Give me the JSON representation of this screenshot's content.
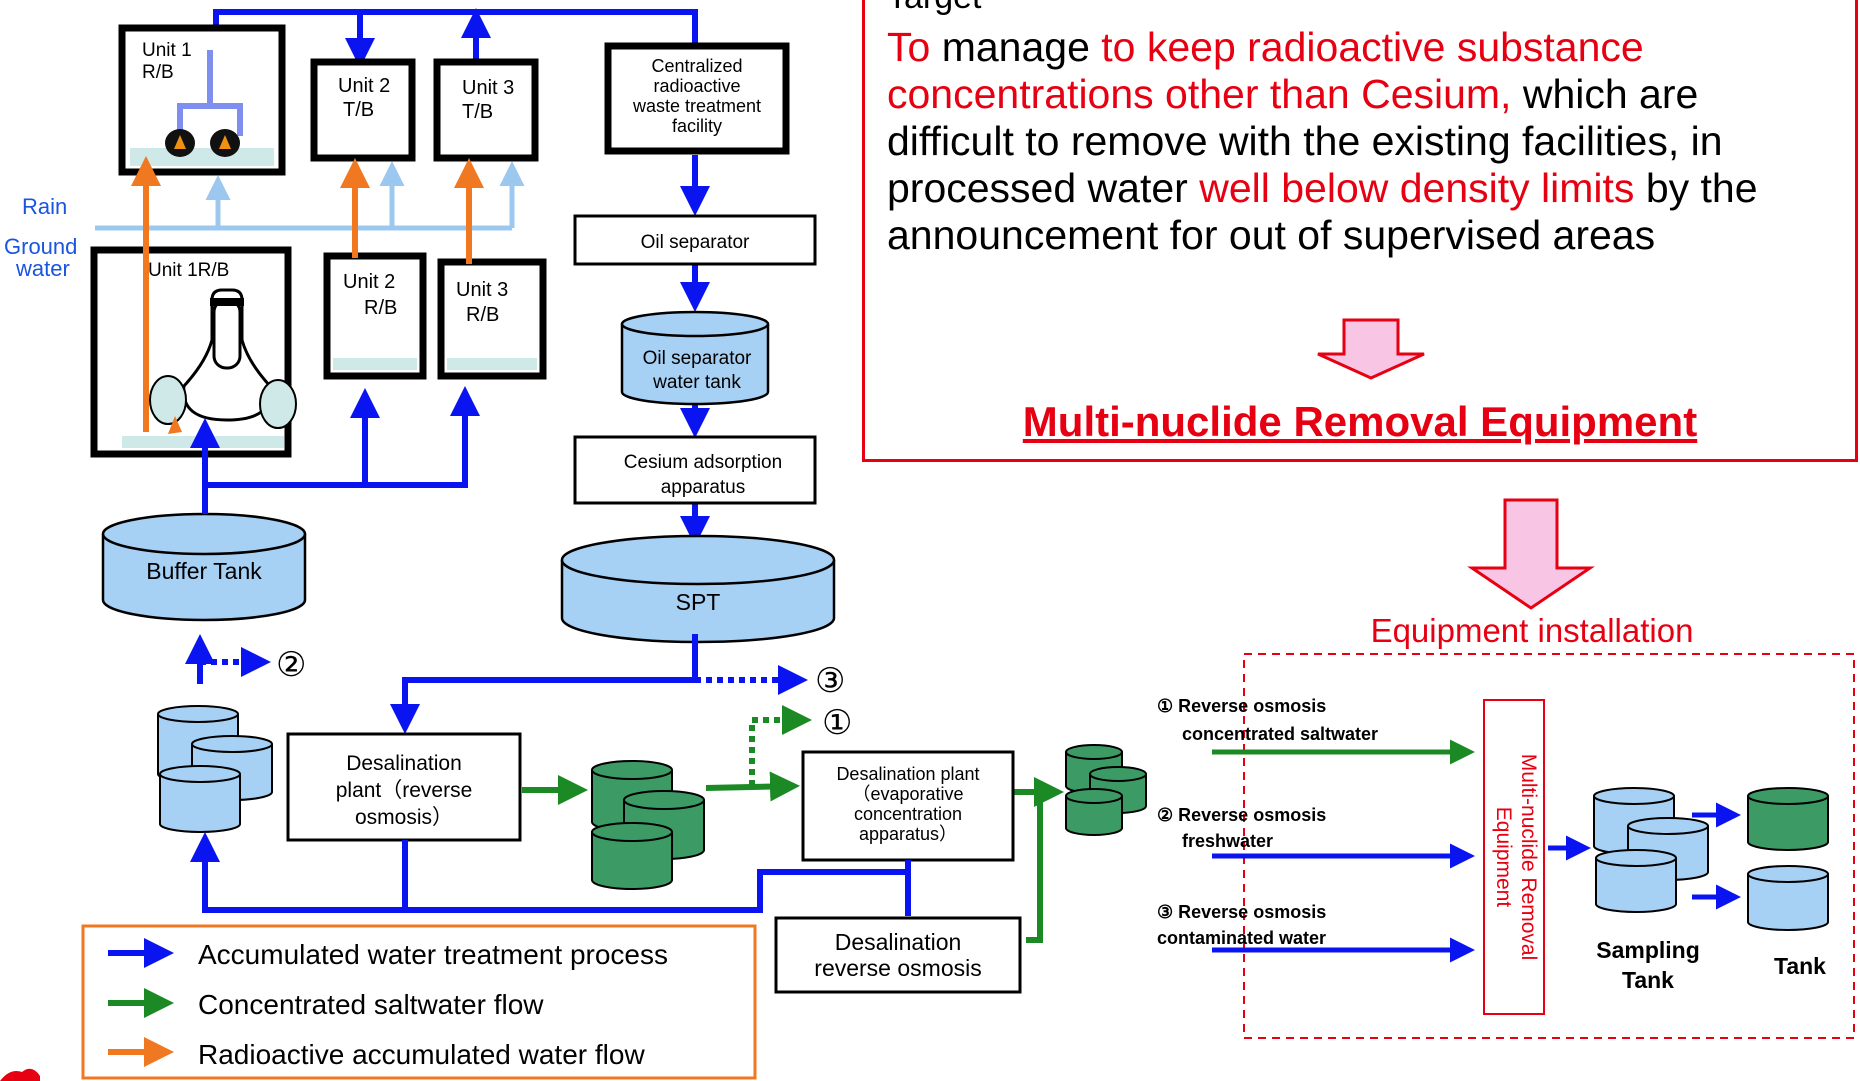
{
  "target": {
    "label": "Target",
    "text_parts": [
      {
        "text": "To",
        "color": "#e60012"
      },
      {
        "text": " manage ",
        "color": "#000000"
      },
      {
        "text": "to keep radioactive substance concentrations other than Cesium,",
        "color": "#e60012"
      },
      {
        "text": " which are difficult to remove with the existing facilities, in processed water ",
        "color": "#000000"
      },
      {
        "text": "well below density limits",
        "color": "#e60012"
      },
      {
        "text": " by the announcement for out of supervised areas",
        "color": "#000000"
      }
    ],
    "equipment_title": "Multi-nuclide Removal Equipment"
  },
  "installation_label": "Equipment installation",
  "rain_label": "Rain",
  "groundwater_label": [
    "Ground",
    "water"
  ],
  "buildings": {
    "unit1_rb_top": [
      "Unit 1",
      "R/B"
    ],
    "unit2_tb": [
      "Unit 2",
      "T/B"
    ],
    "unit3_tb": [
      "Unit 3",
      "T/B"
    ],
    "unit1_rb": "Unit 1R/B",
    "unit2_rb": [
      "Unit 2",
      "R/B"
    ],
    "unit3_rb": [
      "Unit 3",
      "R/B"
    ]
  },
  "facilities": {
    "centralized": [
      "Centralized",
      "radioactive",
      "waste treatment",
      "facility"
    ],
    "oil_separator": "Oil separator",
    "oil_tank": [
      "Oil separator",
      "water tank"
    ],
    "cesium": [
      "Cesium adsorption",
      "apparatus"
    ],
    "spt": "SPT",
    "buffer_tank": "Buffer Tank",
    "desal_ro": [
      "Desalination",
      "plant（reverse",
      "osmosis）"
    ],
    "desal_evap": [
      "Desalination plant",
      "（evaporative",
      "concentration",
      "apparatus）"
    ],
    "desal_ro2": [
      "Desalination",
      "reverse osmosis"
    ]
  },
  "markers": {
    "one": "①",
    "two": "②",
    "three": "③"
  },
  "inputs": [
    {
      "lines": [
        "① Reverse osmosis",
        "concentrated saltwater"
      ],
      "color": "#1b8a24"
    },
    {
      "lines": [
        "② Reverse osmosis",
        "freshwater"
      ],
      "color": "#0a14f0"
    },
    {
      "lines": [
        "③ Reverse osmosis",
        "contaminated water"
      ],
      "color": "#0a14f0"
    }
  ],
  "mnre_box_label": [
    "Multi-nuclide Removal",
    "Equipment"
  ],
  "sampling_tank_label": [
    "Sampling",
    "Tank"
  ],
  "tank_label": "Tank",
  "legend": [
    {
      "label": "Accumulated water treatment process",
      "color": "#0a14f0"
    },
    {
      "label": "Concentrated saltwater flow",
      "color": "#1b8a24"
    },
    {
      "label": "Radioactive accumulated water flow",
      "color": "#f07820"
    }
  ],
  "colors": {
    "blue": "#0a14f0",
    "green": "#1b8a24",
    "orange": "#f07820",
    "red": "#e60012",
    "lightblue": "#9cc8f0",
    "tankblue": "#a6d0f4",
    "tankgreen": "#3c9a64"
  }
}
